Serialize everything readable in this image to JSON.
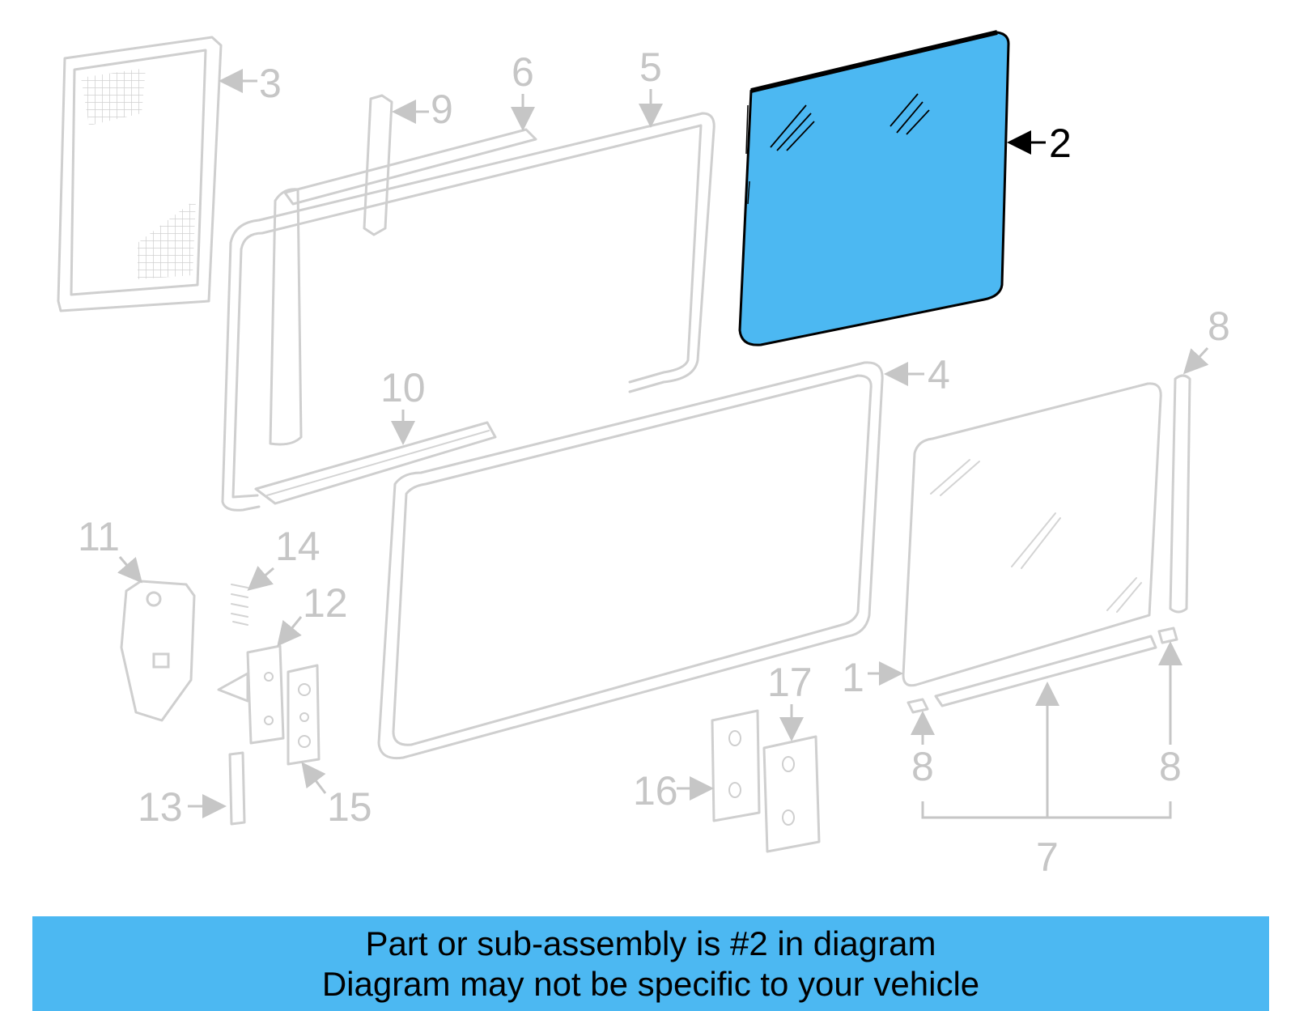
{
  "colors": {
    "highlight": "#4cb8f2",
    "inactive": "#c6c6c6",
    "active": "#000000"
  },
  "highlighted_part": "2",
  "callouts": [
    "1",
    "2",
    "3",
    "4",
    "5",
    "6",
    "7",
    "8",
    "8",
    "9",
    "10",
    "11",
    "12",
    "13",
    "14",
    "15",
    "16",
    "17",
    "18"
  ],
  "banner": {
    "line1": "Part or sub-assembly is #2 in diagram",
    "line2": "Diagram may not be specific to your vehicle"
  }
}
